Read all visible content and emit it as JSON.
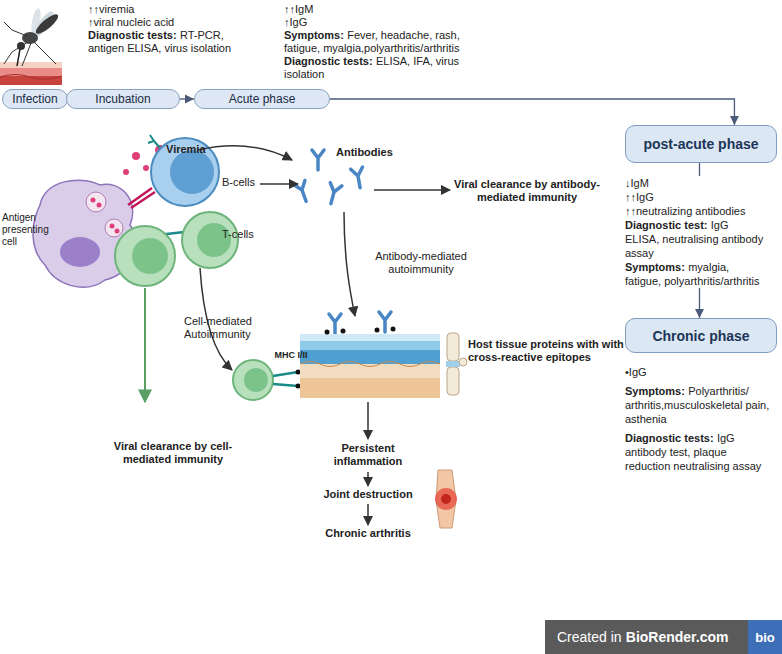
{
  "diagram": {
    "nodes": [
      {
        "text": [
          "Infection"
        ]
      },
      {
        "text": [
          "Incubation"
        ]
      },
      {
        "text": [
          "Acute phase"
        ]
      },
      {
        "text": [
          "post-acute phase"
        ]
      },
      {
        "text": [
          "Chronic phase"
        ]
      },
      {
        "text": [
          "Created in",
          "BioRender.com"
        ]
      },
      {
        "text": [
          "bio"
        ],
        "in": 5
      }
    ],
    "edges": [
      {
        "from": 1,
        "to": 2,
        "arrow": "to"
      },
      {
        "from": 2,
        "to": 3,
        "arrow": "to"
      },
      {
        "from": 3,
        "to": 4,
        "arrow": "to"
      }
    ],
    "labels": [
      "↑↑viremia",
      "↑viral nucleic acid",
      "Diagnostic tests:",
      "RT-PCR, antigen ELISA, virus isolation",
      "↑↑IgM",
      "↑IgG",
      "Symptoms:",
      "Fever, headache, rash, fatigue, myalgia,polyarthritis/arthritis",
      "Diagnostic tests:",
      "ELISA, IFA, virus isolation",
      "Viremia",
      "B-cells",
      "Antibodies",
      "Viral clearance by antibody-mediated immunity",
      "Antigen presenting cell",
      "T-cells",
      "Antibody-mediated autoimmunity",
      "Cell-mediated Autoimmunity",
      "MHC I/II",
      "Host tissue proteins with with cross-reactive epitopes",
      "Viral clearance by cell-mediated immunity",
      "Persistent inflammation",
      "Joint destruction",
      "Chronic arthritis",
      "↓IgM",
      "↑↑IgG",
      "↑↑neutralizing antibodies",
      "Diagnostic test:",
      "IgG ELISA, neutralising antibody assay",
      "Symptoms:",
      "myalgia, fatigue, polyarthritis/arthritis",
      "•IgG",
      "Symptoms:",
      "Polyarthritis/ arthritis,musculoskeletal pain, asthenia",
      "Diagnostic tests:",
      "IgG antibody test, plaque reduction neutralising assay"
    ]
  }
}
